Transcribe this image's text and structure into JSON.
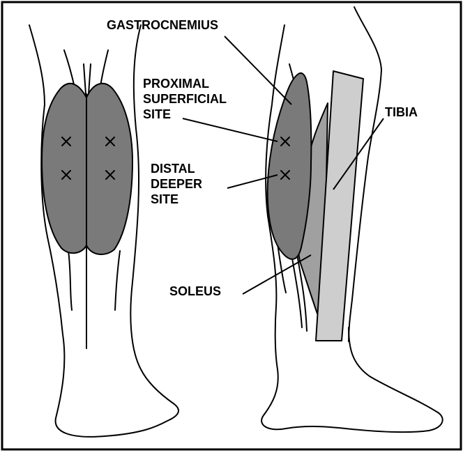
{
  "labels": {
    "gastrocnemius": "GASTROCNEMIUS",
    "proximal_superficial_site": [
      "PROXIMAL",
      "SUPERFICIAL",
      "SITE"
    ],
    "distal_deeper_site": [
      "DISTAL",
      "DEEPER",
      "SITE"
    ],
    "tibia": "TIBIA",
    "soleus": "SOLEUS"
  },
  "colors": {
    "gastrocnemius_fill": "#7a7a7a",
    "soleus_fill": "#a0a0a0",
    "tibia_fill": "#cecece",
    "line": "#000000",
    "background": "#ffffff"
  }
}
